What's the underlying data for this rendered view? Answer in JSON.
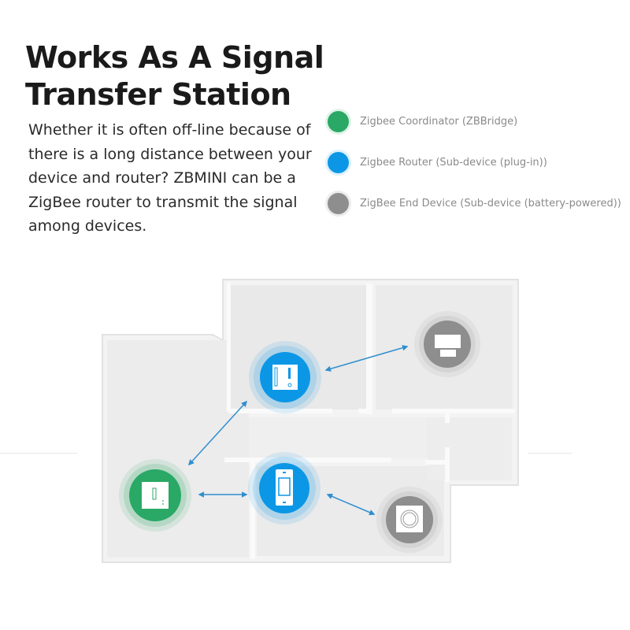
{
  "header": {
    "title_line1": "Works As A Signal",
    "title_line2": "Transfer Station",
    "description": "Whether it is often off-line because of there is a long distance between your device and router? ZBMINI can be a ZigBee router to transmit the signal among devices."
  },
  "legend": {
    "items": [
      {
        "label": "Zigbee Coordinator (ZBBridge)",
        "color": "#2aa866"
      },
      {
        "label": "Zigbee Router (Sub-device (plug-in))",
        "color": "#0b97e6"
      },
      {
        "label": "ZigBee End Device (Sub-device (battery-powered))",
        "color": "#8e8e8e"
      }
    ]
  },
  "floorplan": {
    "nodes": [
      {
        "id": "coordinator",
        "type": "coordinator",
        "icon": "zbbridge-icon"
      },
      {
        "id": "router-top",
        "type": "router",
        "icon": "zbmini-switch-icon"
      },
      {
        "id": "router-bottom",
        "type": "router",
        "icon": "wall-switch-icon"
      },
      {
        "id": "end-device-top",
        "type": "end-device",
        "icon": "door-sensor-icon"
      },
      {
        "id": "end-device-bottom",
        "type": "end-device",
        "icon": "wireless-button-icon"
      }
    ],
    "links": [
      [
        "coordinator",
        "router-top"
      ],
      [
        "coordinator",
        "router-bottom"
      ],
      [
        "router-top",
        "end-device-top"
      ],
      [
        "router-bottom",
        "end-device-bottom"
      ]
    ]
  }
}
